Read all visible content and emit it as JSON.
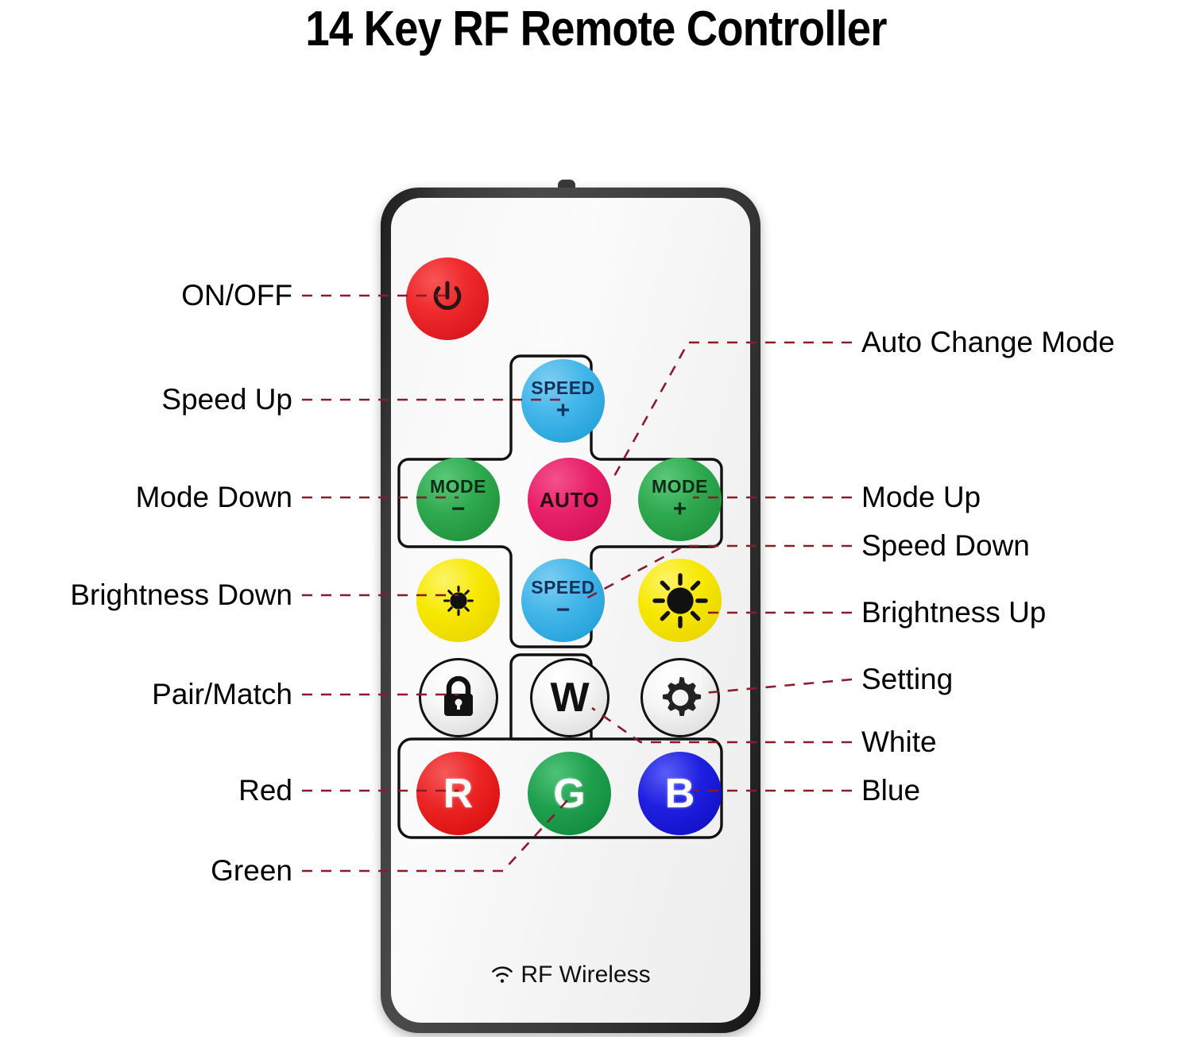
{
  "page": {
    "title": "14 Key RF Remote Controller",
    "accent_dashed_line_color": "#8B1A2B",
    "body_color": "#3a3a3a",
    "face_color": "#f5f5f5"
  },
  "remote": {
    "footer_text": "RF Wireless",
    "footer_icon": "wifi-signal-icon",
    "buttons": [
      {
        "key": "power",
        "icon": "power-icon",
        "label": "",
        "sign": "",
        "color": "#e8252a"
      },
      {
        "key": "speed_up",
        "icon": "",
        "label": "SPEED",
        "sign": "+",
        "color": "#40b6e8"
      },
      {
        "key": "mode_down",
        "icon": "",
        "label": "MODE",
        "sign": "−",
        "color": "#2fa84f"
      },
      {
        "key": "auto",
        "icon": "",
        "label": "AUTO",
        "sign": "",
        "color": "#e81f63"
      },
      {
        "key": "mode_up",
        "icon": "",
        "label": "MODE",
        "sign": "+",
        "color": "#2fa84f"
      },
      {
        "key": "bright_down",
        "icon": "sun-small-icon",
        "label": "",
        "sign": "",
        "color": "#f5e400"
      },
      {
        "key": "speed_down",
        "icon": "",
        "label": "SPEED",
        "sign": "−",
        "color": "#40b6e8"
      },
      {
        "key": "bright_up",
        "icon": "sun-large-icon",
        "label": "",
        "sign": "",
        "color": "#f5e400"
      },
      {
        "key": "pair_match",
        "icon": "lock-icon",
        "label": "",
        "sign": "",
        "color": "#f2f2f2"
      },
      {
        "key": "white",
        "icon": "",
        "label": "W",
        "sign": "",
        "color": "#f2f2f2"
      },
      {
        "key": "setting",
        "icon": "gear-icon",
        "label": "",
        "sign": "",
        "color": "#f2f2f2"
      },
      {
        "key": "red",
        "icon": "",
        "label": "R",
        "sign": "",
        "color": "#e62222"
      },
      {
        "key": "green",
        "icon": "",
        "label": "G",
        "sign": "",
        "color": "#1fa04f"
      },
      {
        "key": "blue",
        "icon": "",
        "label": "B",
        "sign": "",
        "color": "#1f1fe0"
      }
    ]
  },
  "callouts": {
    "left": [
      {
        "id": "on-off",
        "text": "ON/OFF"
      },
      {
        "id": "speed-up",
        "text": "Speed Up"
      },
      {
        "id": "mode-down",
        "text": "Mode Down"
      },
      {
        "id": "brightness-down",
        "text": "Brightness Down"
      },
      {
        "id": "pair-match",
        "text": "Pair/Match"
      },
      {
        "id": "red",
        "text": "Red"
      },
      {
        "id": "green",
        "text": "Green"
      }
    ],
    "right": [
      {
        "id": "auto-change-mode",
        "text": "Auto Change Mode"
      },
      {
        "id": "mode-up",
        "text": "Mode Up"
      },
      {
        "id": "speed-down",
        "text": "Speed Down"
      },
      {
        "id": "brightness-up",
        "text": "Brightness Up"
      },
      {
        "id": "setting",
        "text": "Setting"
      },
      {
        "id": "white",
        "text": "White"
      },
      {
        "id": "blue",
        "text": "Blue"
      }
    ]
  }
}
